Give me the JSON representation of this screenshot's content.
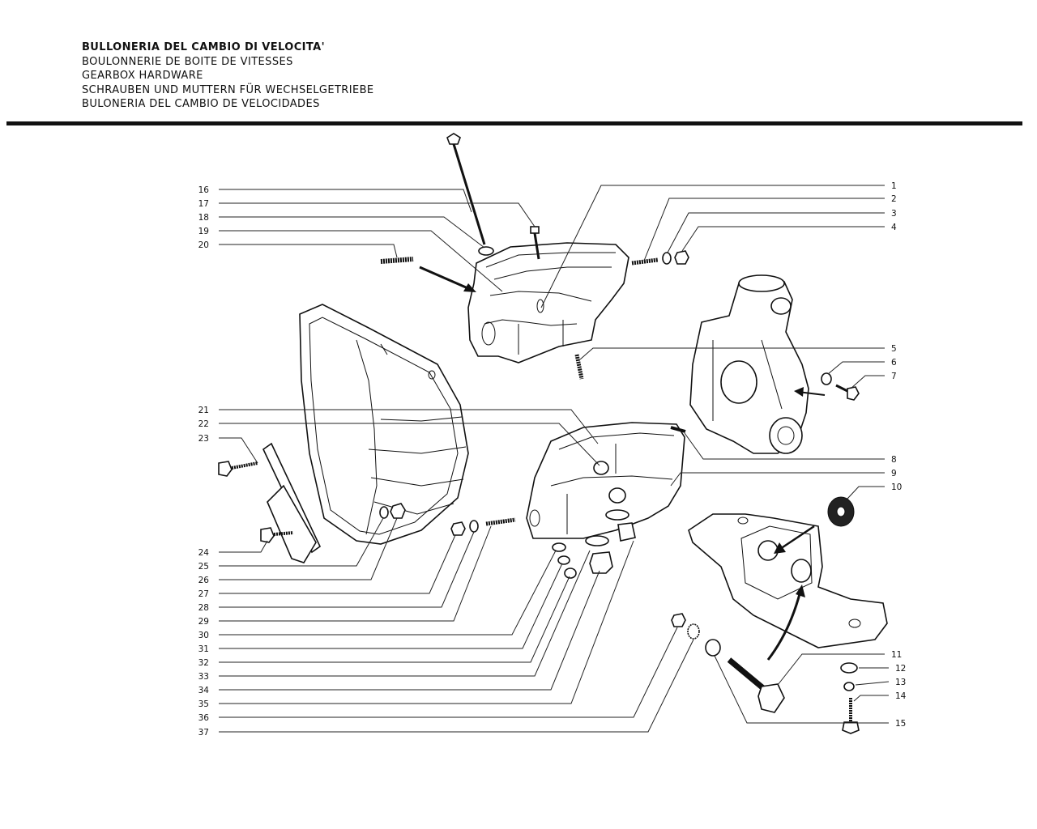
{
  "header": {
    "titles": [
      "BULLONERIA DEL CAMBIO DI VELOCITA'",
      "BOULONNERIE DE BOITE DE VITESSES",
      "GEARBOX HARDWARE",
      "SCHRAUBEN UND MUTTERN FÜR WECHSELGETRIEBE",
      "BULONERIA DEL CAMBIO DE VELOCIDADES"
    ]
  },
  "callouts": {
    "left": [
      "16",
      "17",
      "18",
      "19",
      "20",
      "21",
      "22",
      "23",
      "24",
      "25",
      "26",
      "27",
      "28",
      "29",
      "30",
      "31",
      "32",
      "33",
      "34",
      "35",
      "36",
      "37"
    ],
    "right": [
      "1",
      "2",
      "3",
      "4",
      "5",
      "6",
      "7",
      "8",
      "9",
      "10",
      "11",
      "12",
      "13",
      "14",
      "15"
    ]
  },
  "colors": {
    "ink": "#111111",
    "paper": "#ffffff"
  }
}
